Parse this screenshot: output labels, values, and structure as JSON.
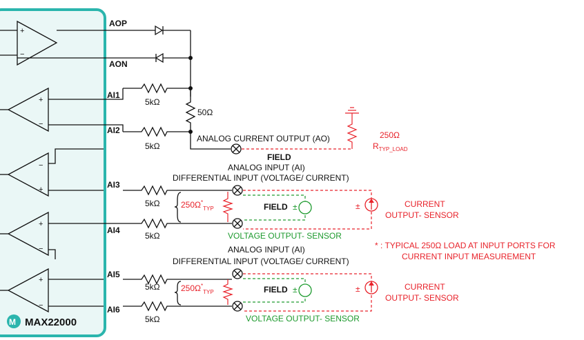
{
  "chip": {
    "name": "MAX22000",
    "logo_letter": "M",
    "colors": {
      "border": "#2bb5ad",
      "fill": "#eaf7f6"
    }
  },
  "pins": {
    "aop": "AOP",
    "aon": "AON",
    "ai1": "AI1",
    "ai2": "AI2",
    "ai3": "AI3",
    "ai4": "AI4",
    "ai5": "AI5",
    "ai6": "AI6"
  },
  "resistors": {
    "r1": "5kΩ",
    "r2": "5kΩ",
    "r3": "5kΩ",
    "r4": "5kΩ",
    "r5": "5kΩ",
    "r6": "5kΩ",
    "sense": "50Ω"
  },
  "ao_block": {
    "label": "ANALOG CURRENT OUTPUT (AO)",
    "field": "FIELD",
    "load_value": "250Ω",
    "load_name": "R",
    "load_sub": "TYP_LOAD"
  },
  "ai_block_1": {
    "title": "ANALOG INPUT (AI)",
    "subtitle": "DIFFERENTIAL INPUT (VOLTAGE/ CURRENT)",
    "load": "250Ω",
    "load_sup": "*",
    "load_sub": "TYP",
    "field": "FIELD",
    "pm1": "±",
    "pm2": "±",
    "current_sensor_1": "CURRENT",
    "current_sensor_2": "OUTPUT- SENSOR",
    "voltage_sensor": "VOLTAGE OUTPUT- SENSOR"
  },
  "ai_block_2": {
    "title": "ANALOG INPUT (AI)",
    "subtitle": "DIFFERENTIAL INPUT (VOLTAGE/ CURRENT)",
    "load": "250Ω",
    "load_sup": "*",
    "load_sub": "TYP",
    "field": "FIELD",
    "pm1": "±",
    "pm2": "±",
    "current_sensor_1": "CURRENT",
    "current_sensor_2": "OUTPUT- SENSOR",
    "voltage_sensor": "VOLTAGE OUTPUT- SENSOR"
  },
  "footnote": {
    "line1": "* : TYPICAL 250Ω LOAD AT INPUT PORTS FOR",
    "line2": "CURRENT INPUT MEASUREMENT"
  },
  "amp_signs": {
    "plus": "+",
    "minus": "−"
  }
}
